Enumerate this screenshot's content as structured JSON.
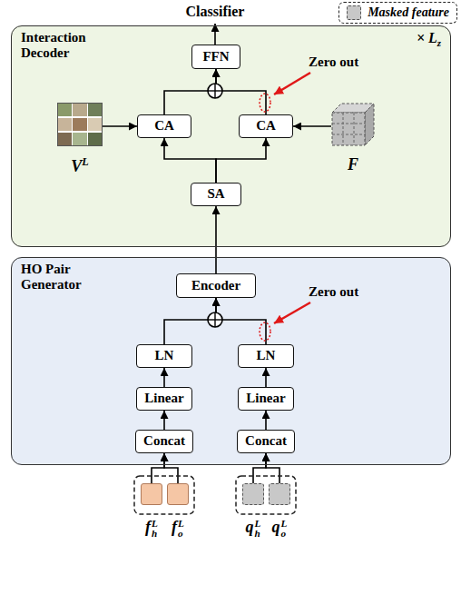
{
  "diagram": {
    "nodes": [
      {
        "text": [
          "Classifier"
        ]
      },
      {
        "text": [
          "Interaction Decoder",
          "× Lz"
        ]
      },
      {
        "text": [
          "FFN"
        ],
        "in": 1
      },
      {
        "text": [
          "CA"
        ],
        "in": 1
      },
      {
        "text": [
          "CA"
        ],
        "in": 1
      },
      {
        "text": [
          "VL"
        ],
        "in": 1
      },
      {
        "text": [
          "F"
        ],
        "in": 1
      },
      {
        "text": [
          "SA"
        ],
        "in": 1
      },
      {
        "text": [
          "HO Pair Generator"
        ]
      },
      {
        "text": [
          "Encoder"
        ],
        "in": 8
      },
      {
        "text": [
          "LN"
        ],
        "in": 8
      },
      {
        "text": [
          "LN"
        ],
        "in": 8
      },
      {
        "text": [
          "Linear"
        ],
        "in": 8
      },
      {
        "text": [
          "Linear"
        ],
        "in": 8
      },
      {
        "text": [
          "Concat"
        ],
        "in": 8
      },
      {
        "text": [
          "Concat"
        ],
        "in": 8
      },
      {
        "text": [
          "fhL"
        ]
      },
      {
        "text": [
          "foL"
        ]
      },
      {
        "text": [
          "qhL"
        ]
      },
      {
        "text": [
          "qoL"
        ]
      }
    ],
    "edges": [
      {
        "from": 2,
        "to": 0,
        "arrow": "to"
      },
      {
        "from": 3,
        "to": 2,
        "arrow": "to"
      },
      {
        "from": 4,
        "to": 2,
        "arrow": "to"
      },
      {
        "from": 5,
        "to": 3,
        "arrow": "to"
      },
      {
        "from": 6,
        "to": 4,
        "arrow": "to"
      },
      {
        "from": 7,
        "to": 3,
        "arrow": "to"
      },
      {
        "from": 7,
        "to": 4,
        "arrow": "to"
      },
      {
        "from": 9,
        "to": 7,
        "arrow": "to"
      },
      {
        "from": 10,
        "to": 9,
        "arrow": "to"
      },
      {
        "from": 11,
        "to": 9,
        "arrow": "to"
      },
      {
        "from": 12,
        "to": 10,
        "arrow": "to"
      },
      {
        "from": 13,
        "to": 11,
        "arrow": "to"
      },
      {
        "from": 14,
        "to": 12,
        "arrow": "to"
      },
      {
        "from": 15,
        "to": 13,
        "arrow": "to"
      },
      {
        "from": 16,
        "to": 14,
        "arrow": "to"
      },
      {
        "from": 17,
        "to": 14,
        "arrow": "to"
      },
      {
        "from": 18,
        "to": 15,
        "arrow": "to"
      },
      {
        "from": 19,
        "to": 15,
        "arrow": "to"
      }
    ],
    "labels": [
      "Zero out",
      "Zero out"
    ],
    "legend": [
      {
        "text": "Masked feature",
        "color": "#c8c8c8"
      }
    ]
  }
}
